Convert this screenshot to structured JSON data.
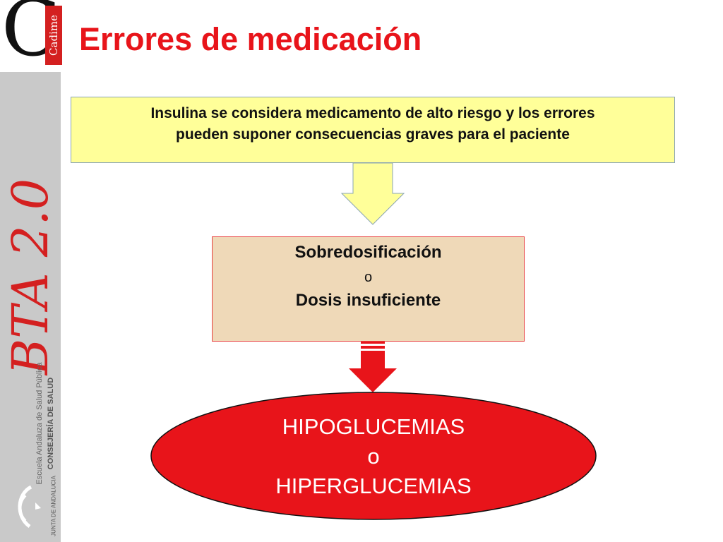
{
  "logo": {
    "letter": "C",
    "brand": "Cadime"
  },
  "sidebar": {
    "bta": "BTA 2.0",
    "escuela": "Escuela Andaluza de Salud Pública",
    "consejeria": "CONSEJERÍA DE SALUD",
    "junta": "JUNTA DE ANDALUCIA"
  },
  "title": "Errores de medicación",
  "box1": {
    "line1": "Insulina se considera medicamento de alto riesgo y los errores",
    "line2": "pueden suponer consecuencias graves para el paciente"
  },
  "box2": {
    "line1": "Sobredosificación",
    "line2": "o",
    "line3": "Dosis insuficiente"
  },
  "oval": {
    "line1": "HIPOGLUCEMIAS",
    "line2": "o",
    "line3": "HIPERGLUCEMIAS"
  },
  "colors": {
    "title": "#e8141a",
    "box1_fill": "#ffff99",
    "box2_fill": "#efd9b8",
    "oval_fill": "#e8141a",
    "arrow_red": "#e8141a",
    "sidebar": "#c9c9c9"
  }
}
